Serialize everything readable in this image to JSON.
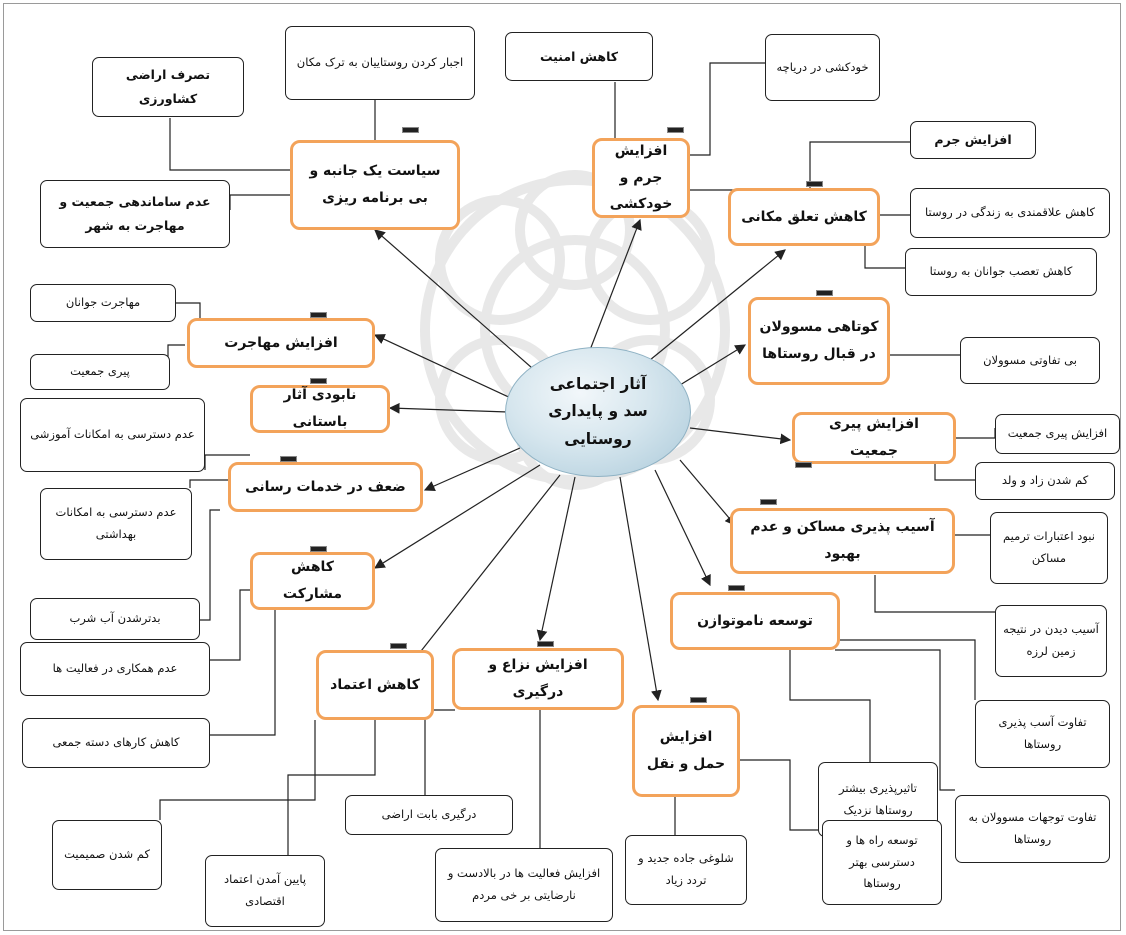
{
  "center": {
    "line1": "آثار اجتماعی",
    "line2": "سد و پایداری",
    "line3": "روستایی"
  },
  "main": {
    "policy": "سیاست یک جانبه و بی برنامه ریزی",
    "crime": "افزایش جرم و خودکشی",
    "place": "کاهش تعلق مکانی",
    "officials": "کوتاهی مسوولان در قبال روستاها",
    "aging": "افزایش پیری جمعیت",
    "housing": "آسیب پذیری مساکن و عدم بهبود",
    "unequal": "توسعه ناموتوازن",
    "transport": "افزایش حمل و نقل",
    "conflict": "افزایش نزاع و درگیری",
    "trust": "کاهش اعتماد",
    "participation": "کاهش مشارکت",
    "services": "ضعف در خدمات رسانی",
    "archaeo": "نابودی آثار باستانی",
    "migration": "افزایش مهاجرت"
  },
  "leaf": {
    "force": "اجبار کردن روستاییان به ترک مکان",
    "seize": "تصرف اراضی کشاورزی",
    "disorg": "عدم ساماندهی جمعیت و مهاجرت به شهر",
    "security": "کاهش امنیت",
    "suicide": "خودکشی در دریاچه",
    "crimeUp": "افزایش جرم",
    "attach": "کاهش علاقمندی به زندگی در روستا",
    "prejudice": "کاهش تعصب جوانان به روستا",
    "indiff": "بی تفاوتی مسوولان",
    "popAging": "افزایش پیری جمعیت",
    "birth": "کم شدن زاد و ولد",
    "credit": "نبود اعتبارات ترمیم مساکن",
    "quake": "آسیب دیدن در نتیجه زمین لرزه",
    "vulnDiff": "تفاوت آسب پذیری روستاها",
    "attnDiff": "تفاوت توجهات مسوولان به روستاها",
    "nearby": "تاثیرپذیری بیشتر روستاها نزدیک",
    "roads": "توسعه راه ها و دسترسی بهتر روستاها",
    "traffic": "شلوغی جاده جدید و تردد زیاد",
    "upstream": "افزایش فعالیت ها در بالادست و نارضایتی بر خی مردم",
    "land": "درگیری بابت اراضی",
    "economic": "پایین آمدن اعتماد اقتصادی",
    "intimacy": "کم شدن صمیمیت",
    "group": "کاهش کارهای دسته جمعی",
    "coop": "عدم همکاری در فعالیت ها",
    "water": "بدترشدن آب شرب",
    "health": "عدم دسترسی به امکانات بهداشتی",
    "edu": "عدم دسترسی به امکانات آموزشی",
    "aged": "پیری جمعیت",
    "youth": "مهاجرت جوانان"
  },
  "colors": {
    "accent": "#f3a35a",
    "bubble": "#c4dce8",
    "line": "#222222"
  }
}
